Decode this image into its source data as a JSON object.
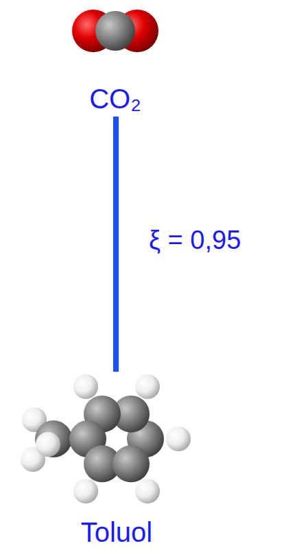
{
  "diagram": {
    "nodes": [
      {
        "text": [
          "CO₂"
        ]
      },
      {
        "text": [
          "Toluol"
        ]
      }
    ],
    "edges": [
      {
        "from": 0,
        "to": 1,
        "label": "ξ = 0,95",
        "arrow": "none"
      }
    ]
  }
}
